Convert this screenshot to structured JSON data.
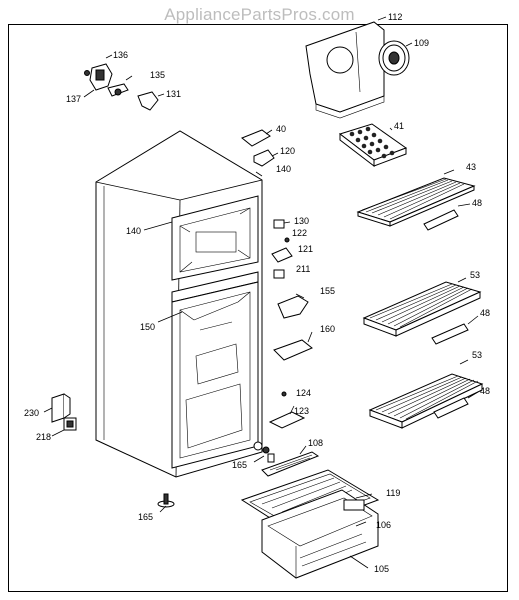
{
  "watermark": "AppliancePartsPros.com",
  "callouts": {
    "c112": "112",
    "c109": "109",
    "c136": "136",
    "c135": "135",
    "c137": "137",
    "c131": "131",
    "c40": "40",
    "c41": "41",
    "c120": "120",
    "c140a": "140",
    "c43": "43",
    "c48a": "48",
    "c140b": "140",
    "c130": "130",
    "c122": "122",
    "c121": "121",
    "c211": "211",
    "c53a": "53",
    "c155": "155",
    "c150": "150",
    "c48b": "48",
    "c160": "160",
    "c53b": "53",
    "c124": "124",
    "c48c": "48",
    "c230": "230",
    "c123": "123",
    "c218": "218",
    "c108": "108",
    "c165a": "165",
    "c119": "119",
    "c165b": "165",
    "c106": "106",
    "c105": "105"
  }
}
